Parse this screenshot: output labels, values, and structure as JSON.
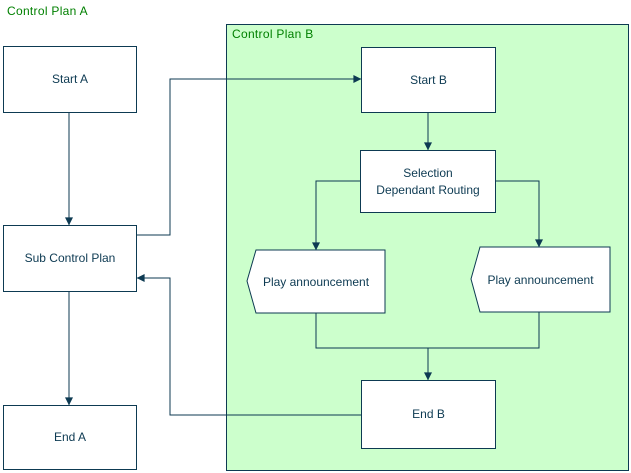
{
  "colors": {
    "line": "#0d3a52",
    "title-green": "#008000",
    "region-fill": "#ccffcc",
    "node-fill": "#ffffff",
    "page-bg": "#ffffff"
  },
  "plan_a": {
    "title": "Control Plan A",
    "nodes": {
      "start": "Start A",
      "sub_control_plan": "Sub Control Plan",
      "end": "End A"
    }
  },
  "plan_b": {
    "title": "Control Plan B",
    "nodes": {
      "start": "Start B",
      "routing_lines": [
        "Selection",
        "Dependant Routing"
      ],
      "announce_left": "Play announcement",
      "announce_right": "Play announcement",
      "end": "End B"
    }
  }
}
